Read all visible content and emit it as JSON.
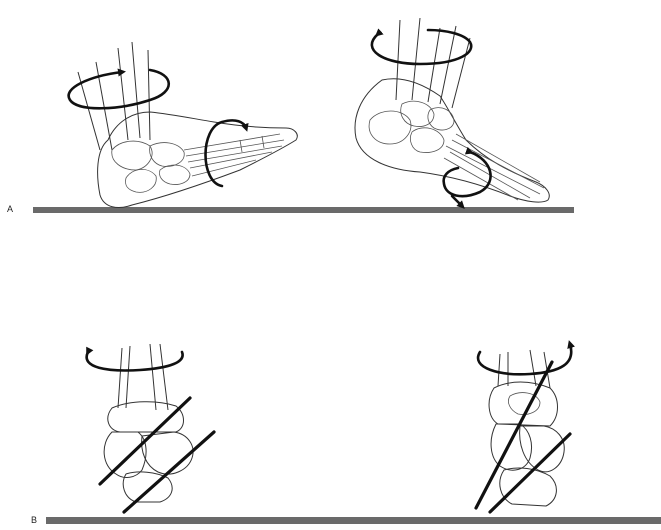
{
  "panels": [
    {
      "id": "A",
      "label": "A"
    },
    {
      "id": "B",
      "label": "B"
    }
  ],
  "colors": {
    "ground": "#6a6a6a",
    "outline": "#333333",
    "arrow": "#111111",
    "background": "#ffffff"
  },
  "icons": [
    "rotation-arrow-icon"
  ]
}
